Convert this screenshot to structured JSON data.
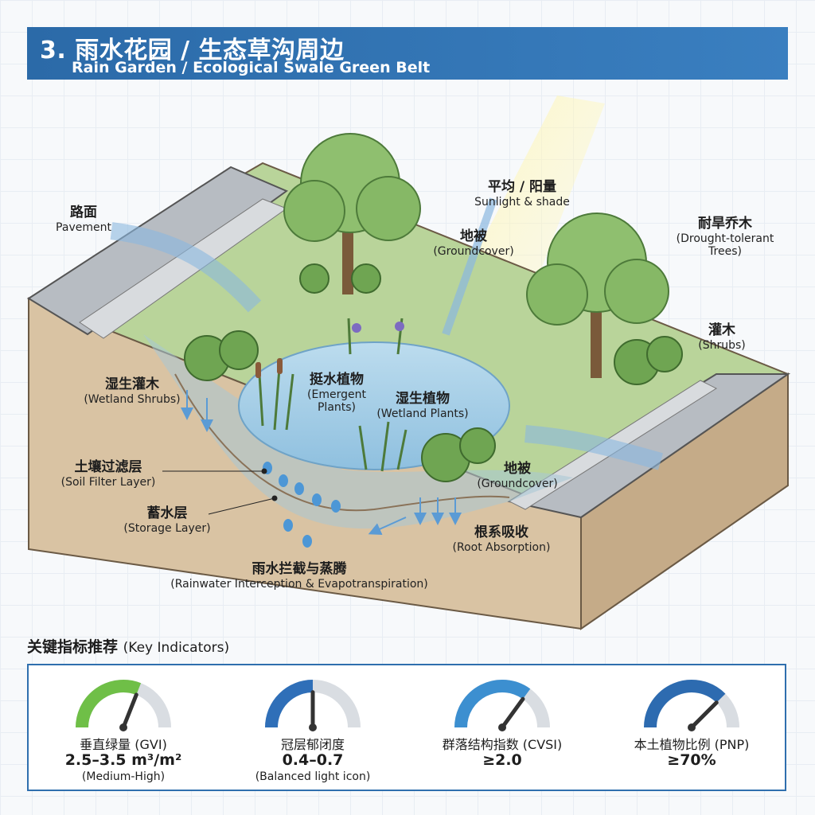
{
  "header": {
    "title": "3. 雨水花园 / 生态草沟周边",
    "subtitle": "Rain Garden / Ecological Swale Green Belt"
  },
  "labels": {
    "pavement": {
      "zh": "路面",
      "en": "Pavement"
    },
    "sunlight": {
      "zh": "平均 / 阳量",
      "en": "Sunlight & shade"
    },
    "groundcover_top": {
      "zh": "地被",
      "en": "(Groundcover)"
    },
    "drought_trees": {
      "zh": "耐旱乔木",
      "en": "(Drought-tolerant Trees)"
    },
    "shrubs": {
      "zh": "灌木",
      "en": "(Shrubs)"
    },
    "wetland_shrubs": {
      "zh": "湿生灌木",
      "en": "(Wetland Shrubs)"
    },
    "emergent": {
      "zh": "挺水植物",
      "en": "(Emergent Plants)"
    },
    "wetland_plants": {
      "zh": "湿生植物",
      "en": "(Wetland Plants)"
    },
    "soil_filter": {
      "zh": "土壤过滤层",
      "en": "(Soil Filter Layer)"
    },
    "groundcover_bottom": {
      "zh": "地被",
      "en": "(Groundcover)"
    },
    "storage": {
      "zh": "蓄水层",
      "en": "(Storage Layer)"
    },
    "root_absorption": {
      "zh": "根系吸收",
      "en": "(Root Absorption)"
    },
    "interception": {
      "zh": "雨水拦截与蒸腾",
      "en": "(Rainwater Interception & Evapotranspiration)"
    }
  },
  "indicators": {
    "title_zh": "关键指标推荐",
    "title_en": "(Key Indicators)",
    "items": [
      {
        "name": "垂直绿量 (GVI)",
        "value": "2.5–3.5 m³/m²",
        "note": "(Medium-High)",
        "level": 0.62,
        "color": "#6fbf47"
      },
      {
        "name": "冠层郁闭度",
        "value": "0.4–0.7",
        "note": "(Balanced light icon)",
        "level": 0.5,
        "color": "#2f6fb8"
      },
      {
        "name": "群落结构指数 (CVSI)",
        "value": "≥2.0",
        "note": "",
        "level": 0.7,
        "color": "#3c8fd0"
      },
      {
        "name": "本土植物比例 (PNP)",
        "value": "≥70%",
        "note": "",
        "level": 0.75,
        "color": "#2d6bb0"
      }
    ]
  }
}
